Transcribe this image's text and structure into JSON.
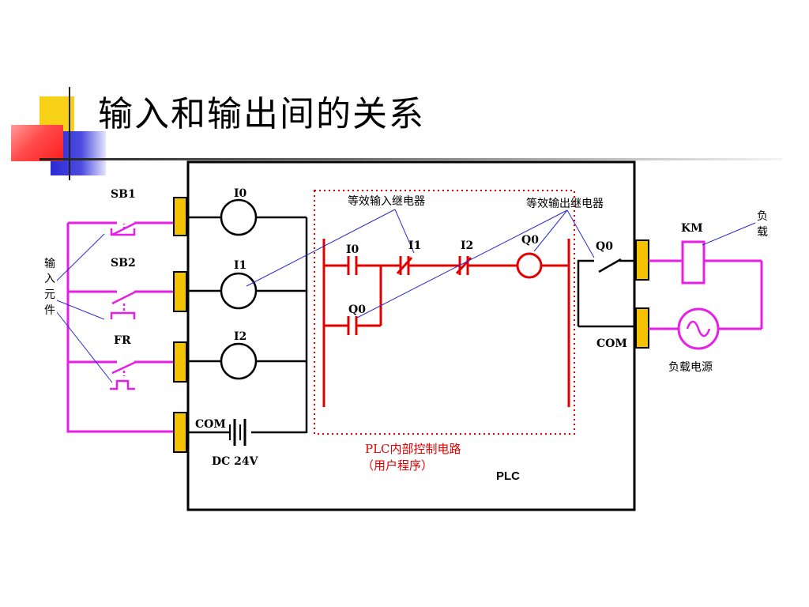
{
  "title": "输入和输出间的关系",
  "labels": {
    "sb1": "SB1",
    "sb2": "SB2",
    "fr": "FR",
    "input_elem_1": "输",
    "input_elem_2": "入",
    "input_elem_3": "元",
    "input_elem_4": "件",
    "i0_coil": "I0",
    "i1_coil": "I1",
    "i2_coil": "I2",
    "com_in": "COM",
    "dc": "DC 24V",
    "eq_input": "等效输入继电器",
    "eq_output": "等效输出继电器",
    "ld_i0": "I0",
    "ld_i1": "I1",
    "ld_i2": "I2",
    "ld_q0_coil": "Q0",
    "ld_q0_contact": "Q0",
    "out_q0": "Q0",
    "com_out": "COM",
    "km": "KM",
    "load_1": "负",
    "load_2": "载",
    "load_power": "负载电源",
    "plc_internal": "PLC内部控制电路",
    "user_program": "（用户程序）",
    "plc": "PLC"
  },
  "colors": {
    "external_wire": "#e61ee6",
    "ladder": "#e00000",
    "terminal": "#f5c200",
    "pointer": "#2a2ad0",
    "frame": "#000000"
  }
}
